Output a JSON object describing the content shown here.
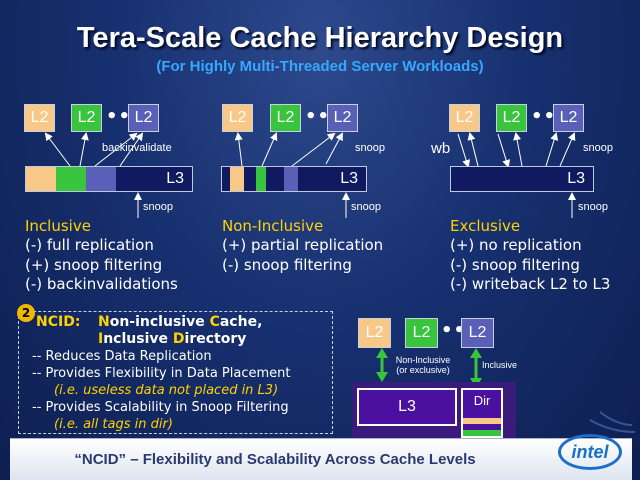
{
  "title": "Tera-Scale Cache Hierarchy Design",
  "subtitle": "(For Highly Multi-Threaded Server Workloads)",
  "cache_labels": {
    "l2": "L2",
    "l3": "L3",
    "dots": "••",
    "dir": "Dir"
  },
  "inclusive": {
    "edge_label": "backinvalidate",
    "snoop_label": "snoop",
    "heading": "Inclusive",
    "lines": [
      "(-) full replication",
      "(+) snoop filtering",
      "(-) backinvalidations"
    ]
  },
  "non_inclusive": {
    "edge_label": "snoop",
    "snoop_label": "snoop",
    "heading": "Non-Inclusive",
    "lines": [
      "(+) partial replication",
      "(-)  snoop filtering"
    ]
  },
  "exclusive": {
    "wb_label": "wb",
    "edge_label": "snoop",
    "snoop_label": "snoop",
    "heading": "Exclusive",
    "lines": [
      "(+) no replication",
      "(-) snoop filtering",
      "(-) writeback L2 to L3"
    ]
  },
  "ncid": {
    "badge": "2",
    "label": "NCID:",
    "line1": [
      "N",
      "on-inclusive ",
      "C",
      "ache,"
    ],
    "line2": [
      "I",
      "nclusive ",
      "D",
      "irectory"
    ],
    "points": [
      "-- Reduces Data Replication",
      "-- Provides Flexibility in Data Placement",
      "(i.e. useless data not placed in L3)",
      "-- Provides Scalability in Snoop Filtering",
      "(i.e. all tags in dir)"
    ]
  },
  "ncid_diagram": {
    "noninc_label_1": "Non-Inclusive",
    "noninc_label_2": "(or exclusive)",
    "inc_label": "Inclusive"
  },
  "footer": "“NCID” – Flexibility and Scalability Across Cache Levels",
  "logo": "intel",
  "colors": {
    "peach": "#f8c888",
    "green": "#39c43e",
    "blue": "#5a60b8",
    "highlight_yellow": "#ffd200",
    "subtitle_blue": "#36a8ff"
  }
}
